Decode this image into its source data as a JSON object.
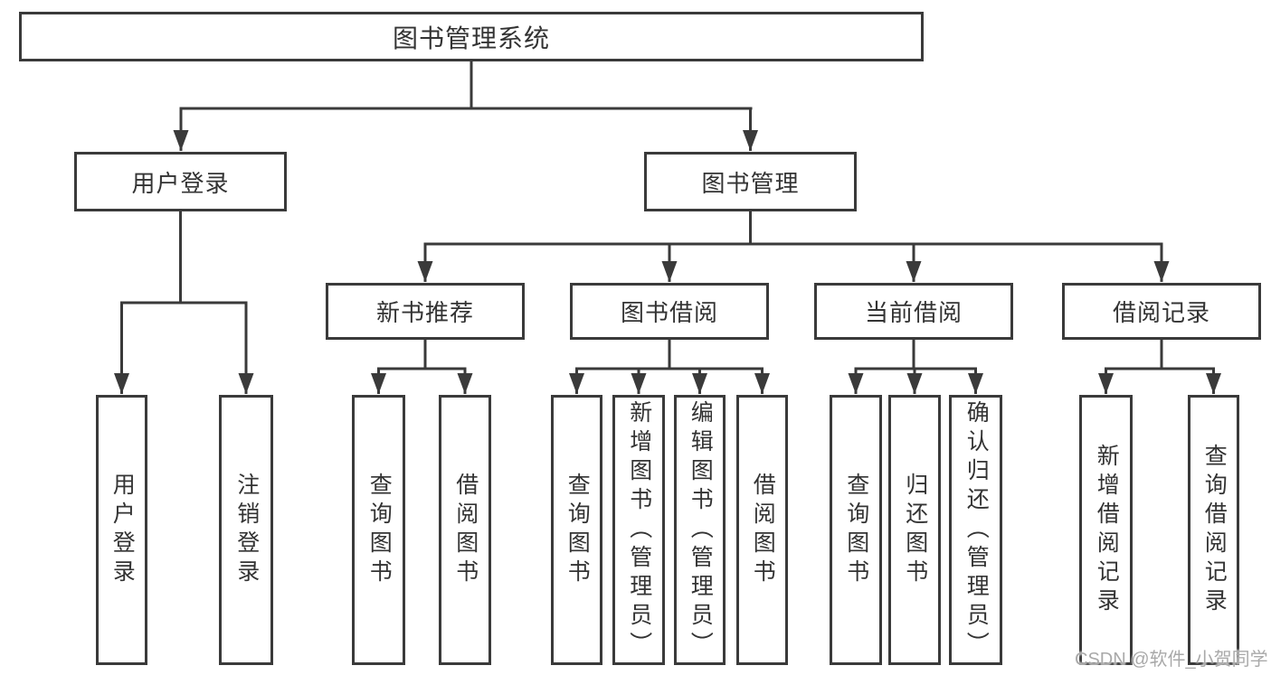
{
  "colors": {
    "line": "#3a3a3a",
    "text": "#333333",
    "watermark": "#a9a9a9",
    "background": "#ffffff"
  },
  "tree": {
    "root": {
      "label": "图书管理系统"
    },
    "user_login": {
      "label": "用户登录",
      "children": [
        {
          "label": "用户登录"
        },
        {
          "label": "注销登录"
        }
      ]
    },
    "book_management": {
      "label": "图书管理",
      "sections": [
        {
          "label": "新书推荐",
          "children": [
            {
              "label": "查询图书"
            },
            {
              "label": "借阅图书"
            }
          ]
        },
        {
          "label": "图书借阅",
          "children": [
            {
              "label": "查询图书"
            },
            {
              "label": "新增图书（管理员）"
            },
            {
              "label": "编辑图书（管理员）"
            },
            {
              "label": "借阅图书"
            }
          ]
        },
        {
          "label": "当前借阅",
          "children": [
            {
              "label": "查询图书"
            },
            {
              "label": "归还图书"
            },
            {
              "label": "确认归还（管理员）"
            }
          ]
        },
        {
          "label": "借阅记录",
          "children": [
            {
              "label": "新增借阅记录"
            },
            {
              "label": "查询借阅记录"
            }
          ]
        }
      ]
    }
  },
  "watermark": {
    "text": "CSDN @软件_小贺同学"
  }
}
